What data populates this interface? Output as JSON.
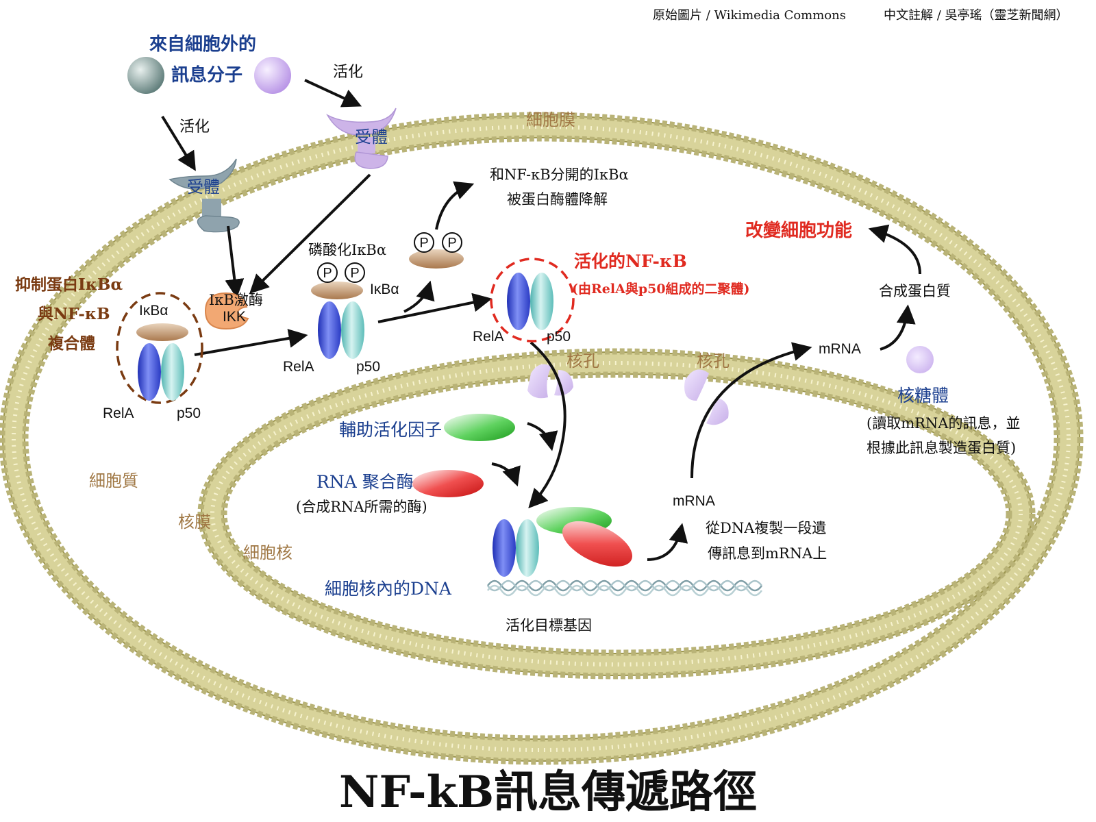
{
  "credits": {
    "source": "原始圖片 / Wikimedia Commons",
    "annotation": "中文註解 / 吳亭瑤（靈芝新聞網）"
  },
  "title": "NF-kB訊息傳遞路徑",
  "colors": {
    "blue_label": "#1b3f8f",
    "brown_label": "#7a3b12",
    "red_label": "#e02a20",
    "tan_label": "#a07845",
    "black": "#111111",
    "membrane": "#d8d39a",
    "membrane_edge": "#9c9650",
    "rela": "#3a4fd6",
    "p50": "#6fc9c4",
    "ikba": "#b98d63",
    "ikk": "#f2a873",
    "receptor_gray": "#8fa3ad",
    "receptor_purple": "#cdb4e8",
    "coactivator": "#2fb52f",
    "rna_polymerase": "#e02020"
  },
  "labels": {
    "signal_molecule": [
      "來自細胞外的",
      "訊息分子"
    ],
    "activate_1": "活化",
    "activate_2": "活化",
    "receptor_1": "受體",
    "receptor_2": "受體",
    "cell_membrane": "細胞膜",
    "cytoplasm": "細胞質",
    "nuclear_membrane": "核膜",
    "nucleus": "細胞核",
    "nuclear_pore_1": "核孔",
    "nuclear_pore_2": "核孔",
    "complex": [
      "抑制蛋白IκBα",
      "與NF-κB",
      "複合體"
    ],
    "ikba_complex": "IκBα",
    "rela_complex": "RelA",
    "p50_complex": "p50",
    "ikk_kinase": "IκB激酶",
    "ikk": "IKK",
    "phos_ikba": "磷酸化IκBα",
    "ikba_phos": "IκBα",
    "rela_mid": "RelA",
    "p50_mid": "p50",
    "p": "P",
    "degraded": [
      "和NF-κB分開的IκBα",
      "被蛋白酶體降解"
    ],
    "active_nfkb": "活化的NF-κB",
    "active_nfkb_sub": "(由RelA與p50組成的二聚體)",
    "rela_active": "RelA",
    "p50_active": "p50",
    "coactivator": "輔助活化因子",
    "rna_polymerase": "RNA 聚合酶",
    "rna_polymerase_sub": "(合成RNA所需的酶)",
    "dna": "細胞核內的DNA",
    "target_gene": "活化目標基因",
    "mrna_nucleus": "mRNA",
    "transcription": [
      "從DNA複製一段遺",
      "傳訊息到mRNA上"
    ],
    "mrna_cytoplasm": "mRNA",
    "protein_synthesis": "合成蛋白質",
    "change_function": "改變細胞功能",
    "ribosome": "核糖體",
    "ribosome_sub": [
      "(讀取mRNA的訊息，並",
      "根據此訊息製造蛋白質)"
    ]
  }
}
